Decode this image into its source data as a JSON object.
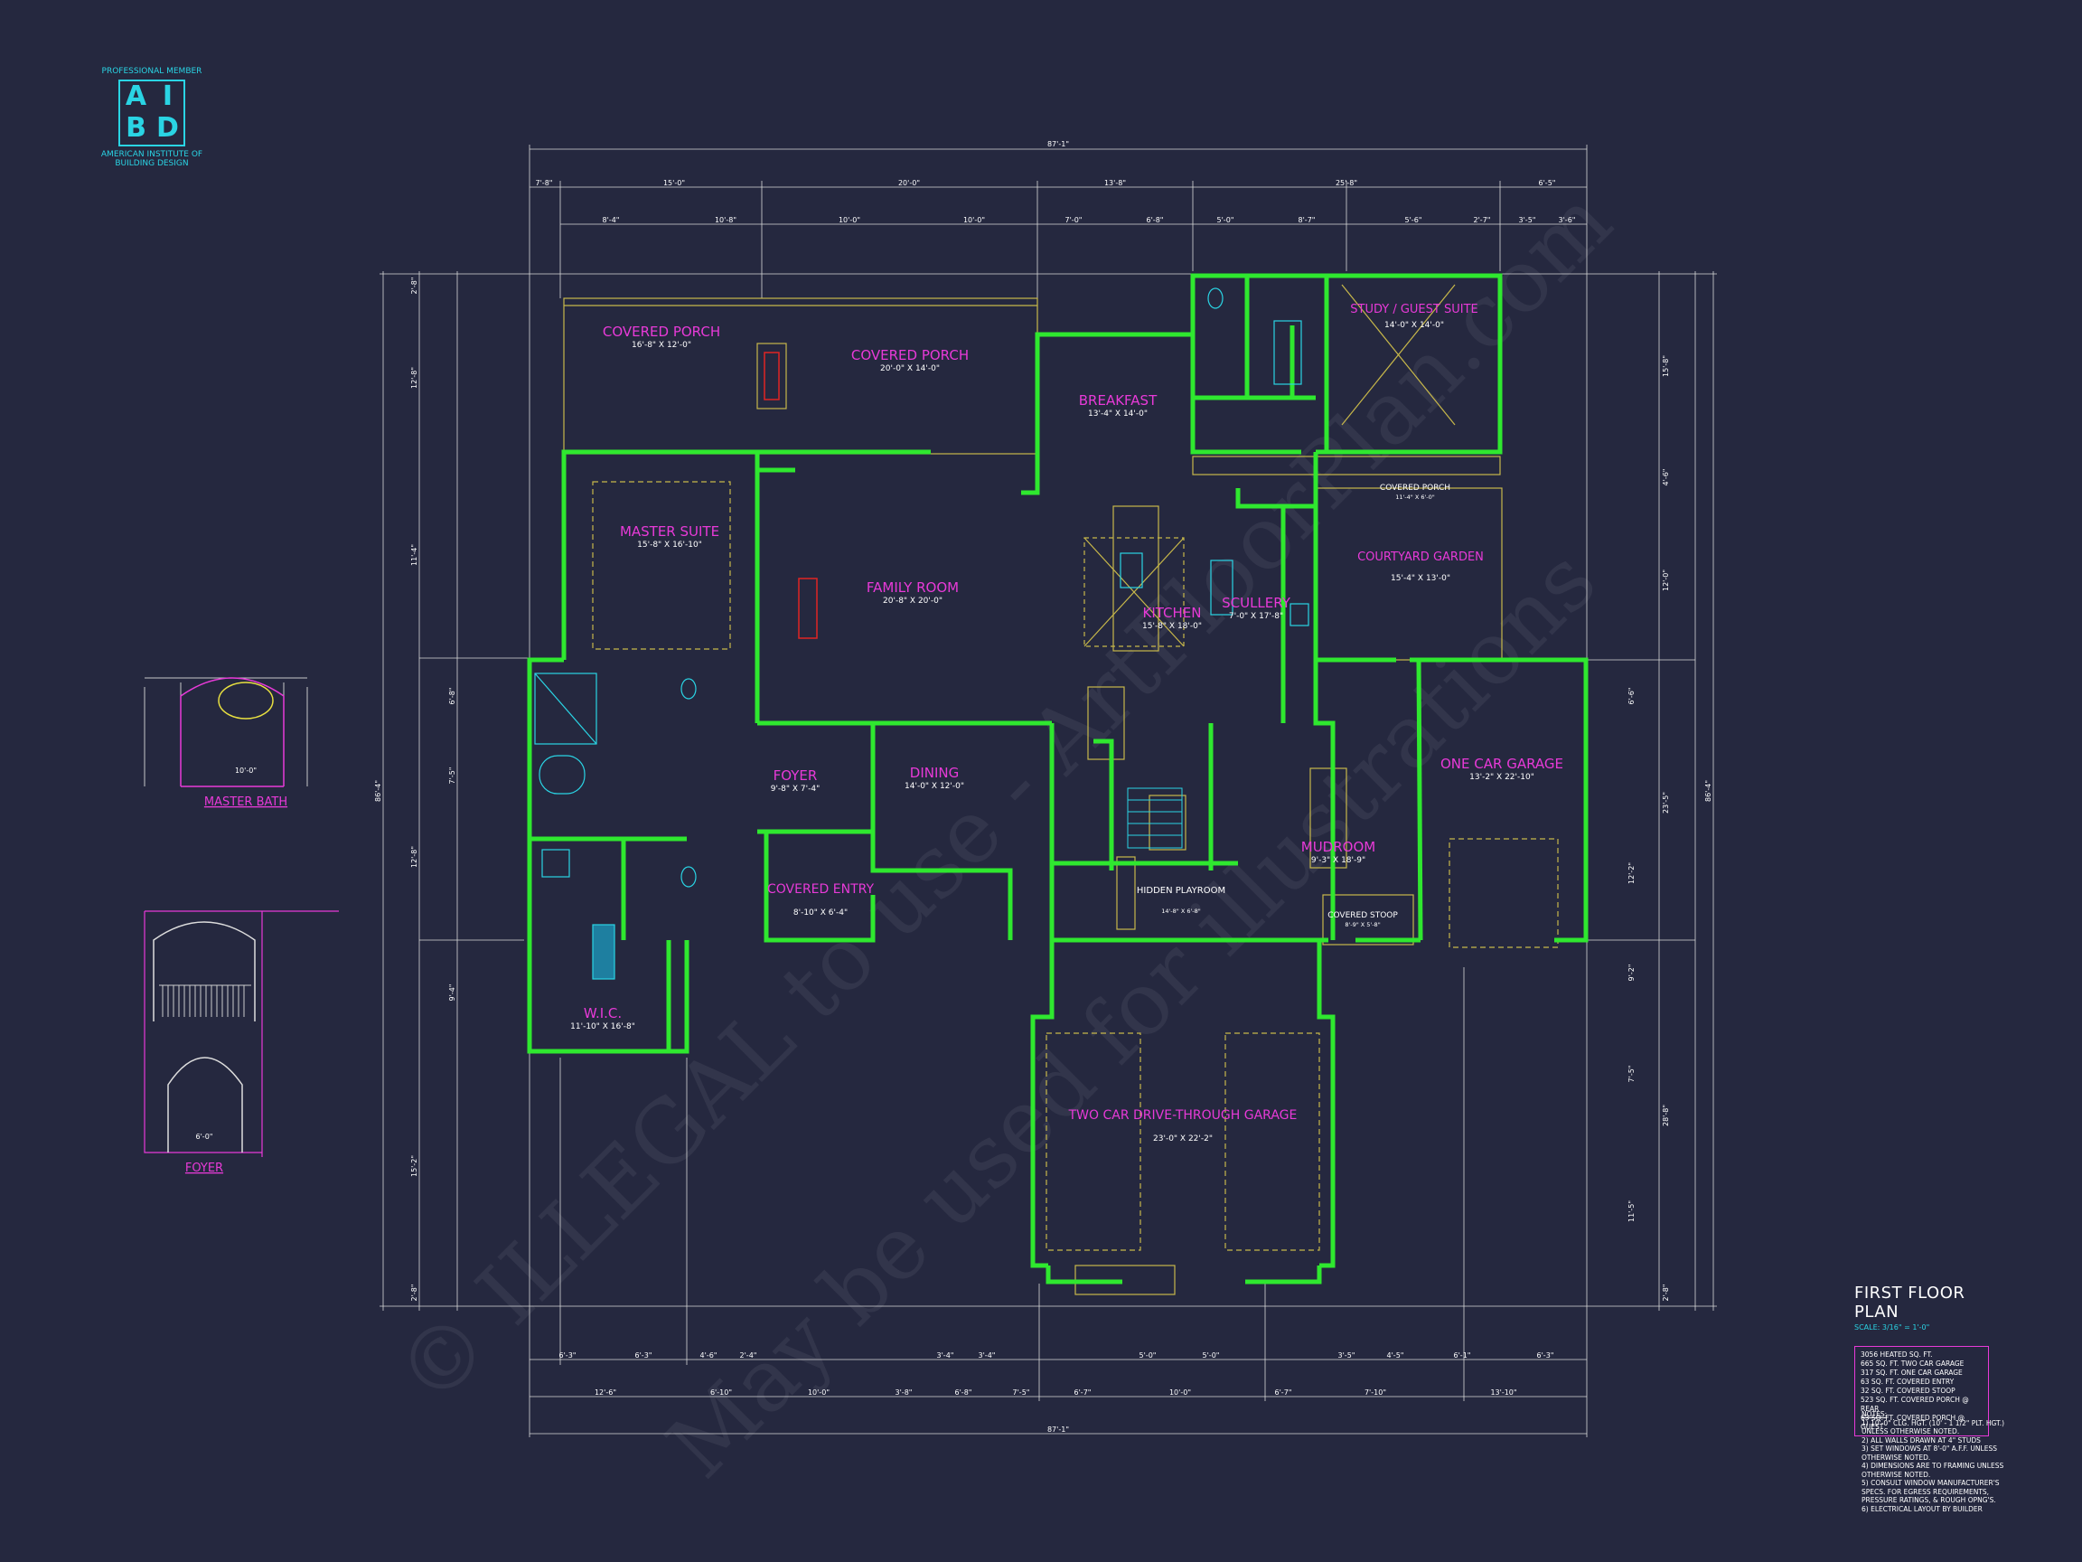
{
  "logo": {
    "top_text": "PROFESSIONAL MEMBER",
    "letters": [
      "A",
      "I",
      "B",
      "D"
    ],
    "bottom_text": "AMERICAN INSTITUTE OF BUILDING DESIGN"
  },
  "watermark": {
    "line1": "© ILLEGAL to use - ArtFloorPlan.com",
    "line2": "May be used for illustrations"
  },
  "rooms": {
    "covered_porch_left": {
      "name": "COVERED PORCH",
      "dims": "16'-8\" X 12'-0\""
    },
    "covered_porch_center": {
      "name": "COVERED PORCH",
      "dims": "20'-0\" X 14'-0\""
    },
    "breakfast": {
      "name": "BREAKFAST",
      "dims": "13'-4\" X 14'-0\""
    },
    "study": {
      "name": "STUDY / GUEST SUITE",
      "dims": "14'-0\" X 14'-0\""
    },
    "master_suite": {
      "name": "MASTER SUITE",
      "dims": "15'-8\" X 16'-10\""
    },
    "family_room": {
      "name": "FAMILY ROOM",
      "dims": "20'-8\" X 20'-0\""
    },
    "kitchen": {
      "name": "KITCHEN",
      "dims": "15'-8\" X 18'-0\""
    },
    "scullery": {
      "name": "SCULLERY",
      "dims": "7'-0\" X 17'-8\""
    },
    "courtyard": {
      "name": "COURTYARD GARDEN",
      "dims": "15'-4\" X 13'-0\""
    },
    "covered_porch_small": {
      "name": "COVERED PORCH",
      "dims": "11'-4\" X 6'-0\""
    },
    "foyer": {
      "name": "FOYER",
      "dims": "9'-8\" X 7'-4\""
    },
    "dining": {
      "name": "DINING",
      "dims": "14'-0\" X 12'-0\""
    },
    "one_car_garage": {
      "name": "ONE CAR GARAGE",
      "dims": "13'-2\" X 22'-10\""
    },
    "mudroom": {
      "name": "MUDROOM",
      "dims": "9'-3\" X 18'-9\""
    },
    "covered_entry": {
      "name": "COVERED ENTRY",
      "dims": "8'-10\" X 6'-4\""
    },
    "hidden_playroom": {
      "name": "HIDDEN PLAYROOM",
      "dims": "14'-8\" X 6'-8\""
    },
    "covered_stoop": {
      "name": "COVERED STOOP",
      "dims": "8'-9\" X 5'-8\""
    },
    "wic": {
      "name": "W.I.C.",
      "dims": "11'-10\" X 16'-8\""
    },
    "garage": {
      "name": "TWO CAR DRIVE-THROUGH GARAGE",
      "dims": "23'-0\" X 22'-2\""
    }
  },
  "details": {
    "master_bath": "MASTER BATH",
    "foyer": "FOYER",
    "master_bath_width": "10'-0\"",
    "foyer_width": "6'-0\""
  },
  "dimensions": {
    "overall_width": "87'-1\"",
    "overall_depth": "86'-4\"",
    "top_row": [
      "7'-8\"",
      "15'-0\"",
      "20'-0\"",
      "13'-8\"",
      "25'-8\"",
      "6'-5\""
    ],
    "second_row": [
      "8'-4\"",
      "10'-8\"",
      "10'-0\"",
      "10'-0\"",
      "7'-0\"",
      "6'-8\"",
      "5'-0\"",
      "8'-7\"",
      "5'-6\"",
      "2'-7\"",
      "3'-5\"",
      "3'-6\""
    ],
    "bottom_row": [
      "6'-3\"",
      "6'-3\"",
      "4'-6\"",
      "2'-4\"",
      "3'-4\"",
      "3'-4\"",
      "5'-0\"",
      "5'-0\"",
      "3'-5\"",
      "4'-5\"",
      "6'-1\"",
      "6'-3\""
    ],
    "bottom_row2": [
      "12'-6\"",
      "6'-10\"",
      "10'-0\"",
      "3'-8\"",
      "6'-8\"",
      "7'-5\"",
      "6'-7\"",
      "10'-0\"",
      "6'-7\"",
      "7'-10\"",
      "13'-10\""
    ],
    "left_col": [
      "2'-8\"",
      "12'-8\"",
      "11'-4\"",
      "6'-8\"",
      "7'-5\"",
      "12'-8\"",
      "9'-4\"",
      "15'-2\"",
      "2'-8\""
    ],
    "right_col": [
      "15'-8\"",
      "4'-6\"",
      "12'-0\"",
      "6'-6\"",
      "23'-5\"",
      "12'-2\"",
      "9'-2\"",
      "7'-5\"",
      "28'-8\"",
      "11'-5\"",
      "2'-8\""
    ]
  },
  "legend": {
    "title": "FIRST FLOOR PLAN",
    "scale_label": "SCALE:",
    "scale_value": "3/16\" = 1'-0\"",
    "areas": [
      "3056 HEATED SQ. FT.",
      "665 SQ. FT. TWO CAR GARAGE",
      "317 SQ. FT. ONE CAR GARAGE",
      "63 SQ. FT. COVERED ENTRY",
      "32 SQ. FT. COVERED STOOP",
      "523 SQ. FT. COVERED PORCH @ REAR",
      "63 SQ. FT. COVERED PORCH @ GUEST"
    ]
  },
  "notes": {
    "heading": "NOTES:",
    "items": [
      "1) 10'-0\" CLG. HGT. (10' - 1 1/2\" PLT. HGT.) UNLESS OTHERWISE NOTED.",
      "2) ALL WALLS DRAWN AT 4\" STUDS",
      "3) SET WINDOWS AT 8'-0\" A.F.F. UNLESS OTHERWISE NOTED.",
      "4) DIMENSIONS ARE TO FRAMING UNLESS OTHERWISE NOTED.",
      "5) CONSULT WINDOW MANUFACTURER'S SPECS. FOR EGRESS REQUIREMENTS, PRESSURE RATINGS, & ROUGH OPNG'S.",
      "6) ELECTRICAL LAYOUT BY BUILDER"
    ]
  }
}
